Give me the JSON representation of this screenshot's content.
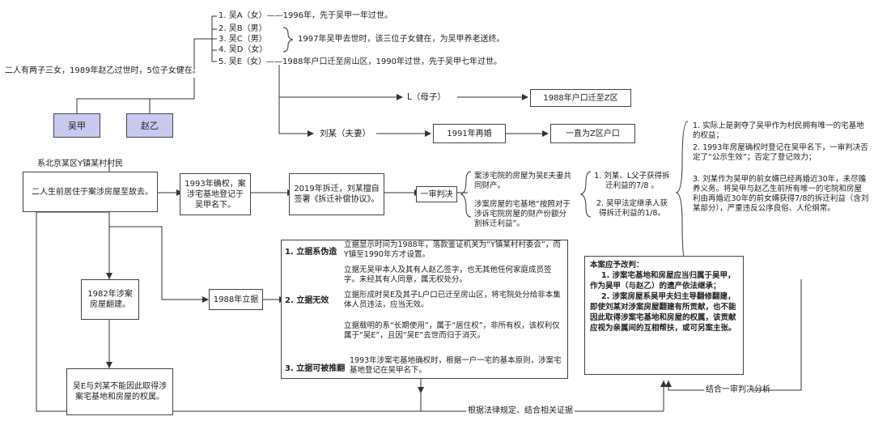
{
  "people": {
    "wu_a": "1. 吴A（女）",
    "wu_a_note": "——1996年，先于吴甲一年过世。",
    "wu_b": "2. 吴B（男）",
    "wu_c": "3. 吴C（男）",
    "wu_d": "4. 吴D（女）",
    "bcd_note": "1997年吴甲去世时，该三位子女健在，为吴甲养老送终。",
    "wu_e": "5. 吴E（女）",
    "wu_e_note": "——1988年户口迁至房山区，1990年过世，先于吴甲七年过世。"
  },
  "family_note": "二人有两子三女，1989年赵乙过世时，5位子女健在。",
  "wu_jia": "吴甲",
  "zhao_yi": "赵乙",
  "villager_note": "系北京某区Y镇某村村民",
  "l_label": "L（母子）",
  "l_box": "1988年户口迁至Z区",
  "liu_label": "刘某（夫妻）",
  "liu_box1": "1991年再婚",
  "liu_box2": "一直为Z区户口",
  "live_box": "二人生前居住于案涉房屋至故去。",
  "confirm_box": "1993年确权，案涉宅基地登记于吴甲名下。",
  "demolish_box": "2019年拆迁，刘某擅自签署《拆迁补偿协议》。",
  "first_instance": "一审判决",
  "first_notes": [
    "案涉宅院的房屋为吴E夫妻共同财产。",
    "涉案房屋的宅基地“按照对于涉诉宅院房屋的财产份额分割拆迁利益”。"
  ],
  "first_results": [
    "1. 刘某、L父子获得拆迁利益的7/8 。",
    "2. 吴甲法定继承人获得拆迁利益的1/8。"
  ],
  "critique": [
    "1. 实际上是剥夺了吴甲作为村民拥有唯一的宅基地的权益；",
    "2. 1993年房屋确权时登记在吴甲名下，一审判决否定了“公示生效”；否定了登记效力；",
    "3. 刘某作为吴甲的前女婿已经再婚近30年，未尽赡养义务。将吴甲与赵乙生前所有唯一的宅院和房屋利由再婚近30年的前女婿获得7/8的拆迁利益（含刘某部分），严重违反公序良俗、人伦纲常。"
  ],
  "rebuilt_box": "1982年涉案房屋翻建。",
  "forged_box": "1988年立据",
  "cannot_box": "吴E与刘某不能因此取得涉案宅基地和房屋的权属。",
  "reasons": {
    "r1_title": "1. 立据系伪造",
    "r1_text": "立据显示时间为1988年，落款鉴证机关为“Y镇某村村委会”，而Y镇至1990年方才设置。",
    "r2_title": "2. 立据无效",
    "r2_items": [
      "立据无吴甲本人及其有人赵乙签字，也无其他任何家庭成员签字。未经其有人同意，属无权处分。",
      "立据形成时吴E及其子L户口已迁至房山区，将宅院处分给非本集体人员违法，应当无效。",
      "立据载明的系“长期使用”，属于“居住权”，非所有权，该权利仅属于“吴E”，且因“吴E”去世而归于消灭。"
    ],
    "r3_title": "3. 立据可被推翻",
    "r3_text": "1993年涉案宅基地确权时，根据一户一宅的基本原则，涉案宅基地登记在吴甲名下。"
  },
  "conclusion": {
    "title": "本案应予改判：",
    "p1": "1. 涉案宅基地和房屋应当归属于吴甲，作为吴甲（与赵乙）的遗产依法继承；",
    "p2": "2. 涉案房屋系吴甲夫妇主导翻修翻建，即使刘某对涉案房屋翻建有所贡献，也不能因此取得涉案宅基地和房屋的权属，该贡献应视为亲属间的互相帮扶，或可另案主张。"
  },
  "combine_label": "结合一审判决分析",
  "bottom_label": "根据法律规定、结合相关证据",
  "colors": {
    "person_fill": "#c9c9f0",
    "line": "#333333"
  }
}
